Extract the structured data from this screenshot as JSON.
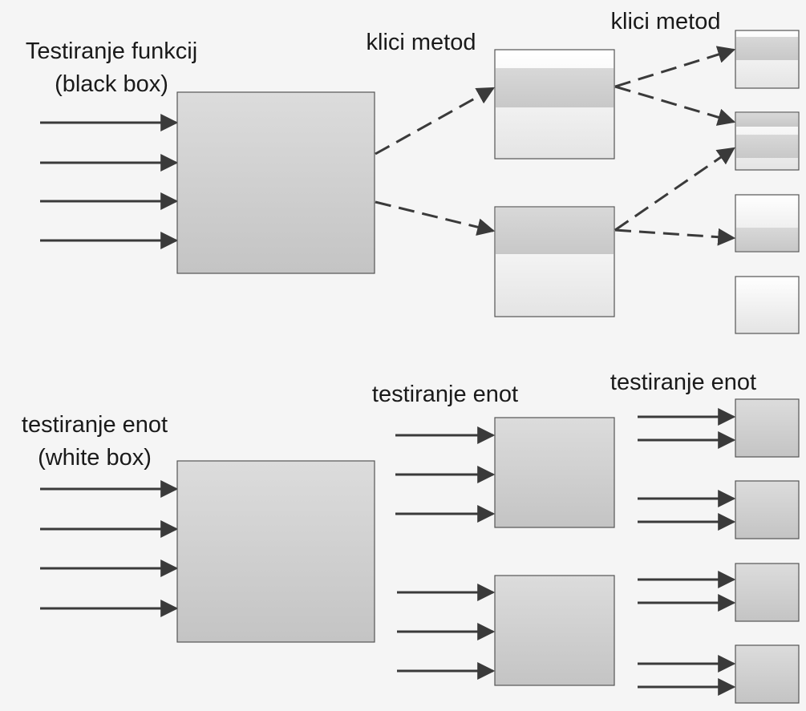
{
  "labels": {
    "black_box_title": "Testiranje funkcij",
    "black_box_subtitle": "(black box)",
    "method_calls_1": "klici metod",
    "method_calls_2": "klici metod",
    "white_box_title": "testiranje enot",
    "white_box_subtitle": "(white box)",
    "unit_testing_1": "testiranje enot",
    "unit_testing_2": "testiranje enot"
  },
  "colors": {
    "background": "#f5f5f5",
    "arrow": "#3a3a3a",
    "box_border": "#555555",
    "box_gray_top": "#dcdcdc",
    "box_gray_bottom": "#c4c4c4",
    "box_white_top": "#ffffff",
    "box_white_bottom": "#e6e6e6",
    "highlight_band": "#cfcfcf"
  }
}
